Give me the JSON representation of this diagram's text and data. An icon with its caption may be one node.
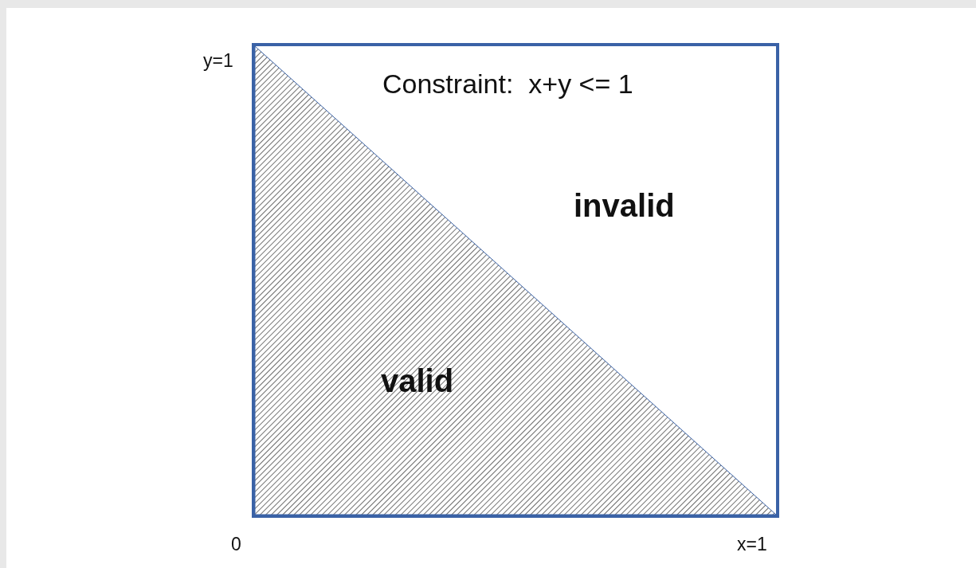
{
  "diagram": {
    "nodes": [
      {
        "text": [
          "Constraint:  x+y <= 1",
          "invalid"
        ]
      },
      {
        "text": [
          "valid"
        ],
        "in": 0
      }
    ],
    "labels": [
      "y=1",
      "0",
      "x=1"
    ]
  }
}
